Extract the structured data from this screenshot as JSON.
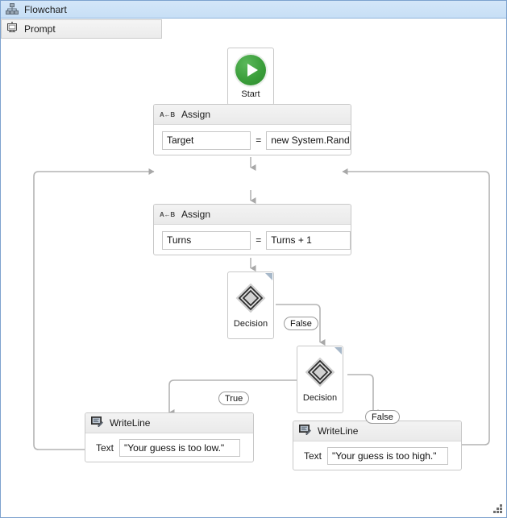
{
  "window": {
    "title": "Flowchart",
    "title_icon": "hierarchy-icon",
    "accent_color": "#c7dff6",
    "border_color": "#7da2ce",
    "canvas_color": "#ffffff",
    "connector_color": "#a0a0a0"
  },
  "nodes": {
    "start": {
      "label": "Start",
      "icon": "play-icon",
      "icon_color": "#3a9e3a"
    },
    "assign_target": {
      "title": "Assign",
      "icon": "assign-ab-icon",
      "icon_text": "A←B",
      "to": "Target",
      "operator": "=",
      "value": "new System.Randor"
    },
    "prompt": {
      "label": "Prompt",
      "icon": "display-icon"
    },
    "assign_turns": {
      "title": "Assign",
      "icon": "assign-ab-icon",
      "icon_text": "A←B",
      "to": "Turns",
      "operator": "=",
      "value": "Turns + 1"
    },
    "decision_one": {
      "label": "Decision",
      "icon": "diamond-icon"
    },
    "decision_two": {
      "label": "Decision",
      "icon": "diamond-icon"
    },
    "writeline_low": {
      "title": "WriteLine",
      "icon": "writeline-console-icon",
      "field_label": "Text",
      "field_value": "\"Your guess is too low.\""
    },
    "writeline_high": {
      "title": "WriteLine",
      "icon": "writeline-console-icon",
      "field_label": "Text",
      "field_value": "\"Your guess is too high.\""
    }
  },
  "edges": {
    "decision_one_false": "False",
    "decision_two_true": "True",
    "decision_two_false": "False"
  },
  "grip": {
    "icon": "resize-grip-icon"
  }
}
